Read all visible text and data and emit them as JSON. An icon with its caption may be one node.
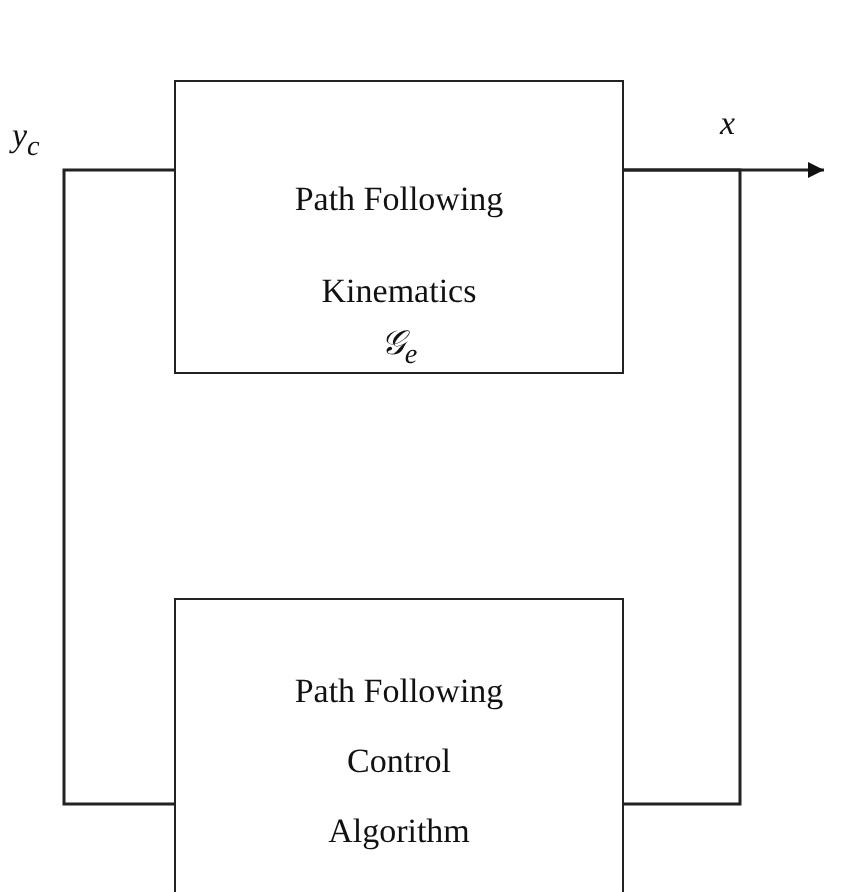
{
  "diagram": {
    "nodes": [
      {
        "text": [
          "Path Following Kinematics",
          "𝒢$_{e}$"
        ]
      },
      {
        "text": [
          "Path Following Control Algorithm"
        ]
      }
    ],
    "edges": [
      {
        "from": 0,
        "to": null,
        "arrow": "to"
      },
      {
        "from": 0,
        "to": 1,
        "arrow": "none"
      },
      {
        "from": 1,
        "to": 0,
        "arrow": "none"
      }
    ],
    "labels": [
      "y$_{c}$",
      "x"
    ]
  }
}
